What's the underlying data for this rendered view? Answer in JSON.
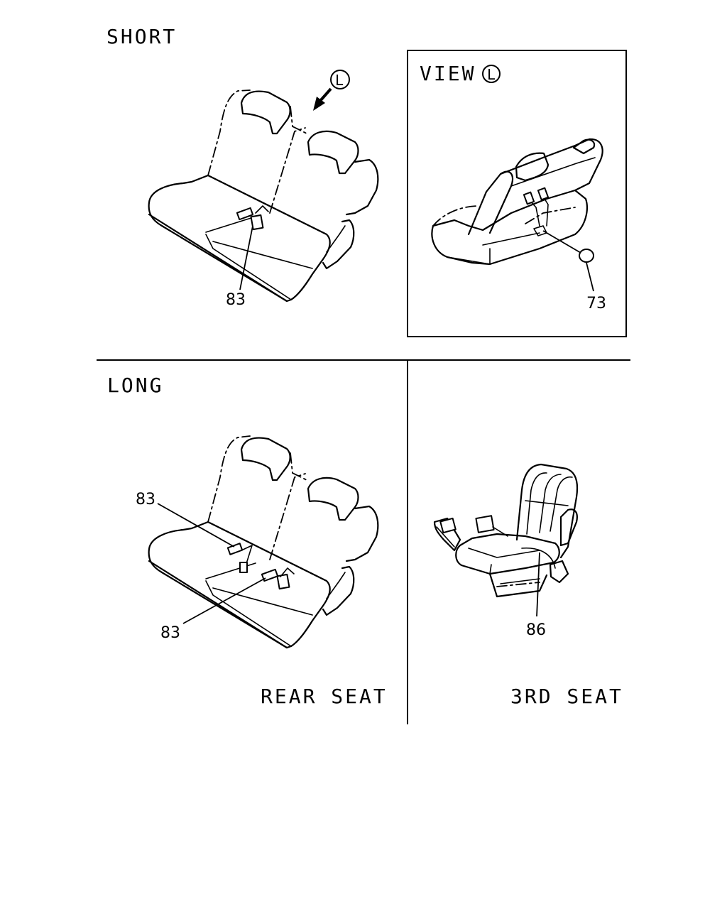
{
  "labels": {
    "short": "SHORT",
    "long": "LONG",
    "view": "VIEW",
    "view_letter": "L",
    "arrow_letter": "L",
    "rear_seat": "REAR SEAT",
    "third_seat": "3RD SEAT"
  },
  "callouts": {
    "short_83": "83",
    "view_73": "73",
    "long_83_upper": "83",
    "long_83_lower": "83",
    "third_86": "86"
  }
}
